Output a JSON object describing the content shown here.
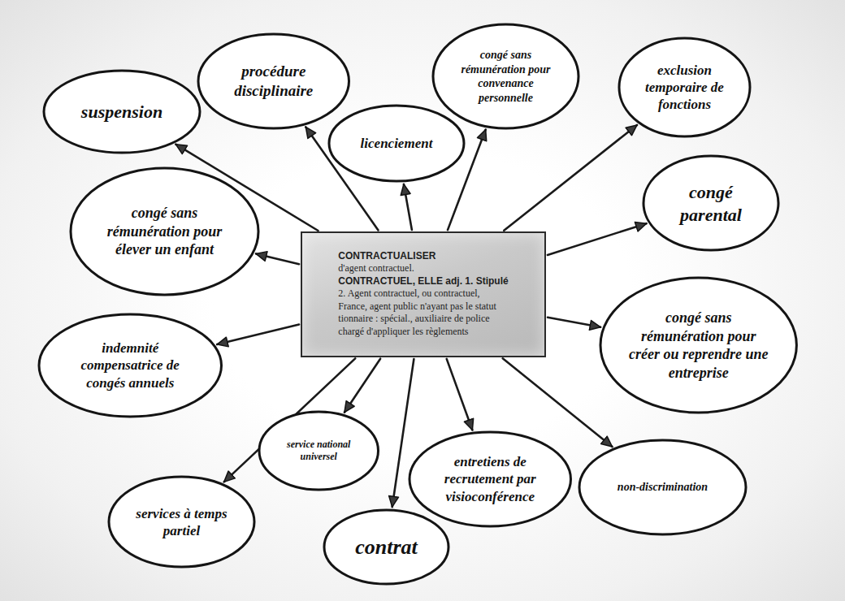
{
  "diagram": {
    "nodes": [
      {
        "text": [
          "CONTRACTUALISER",
          "d'agent contractuel.",
          "CONTRACTUEL, ELLE adj. 1. Stipulé",
          "2. Agent contractuel, ou contractuel,",
          "France, agent public n'ayant pas le statut",
          "tionnaire : spécial., auxiliaire de police",
          "chargé d'appliquer les règlements"
        ]
      },
      {
        "text": [
          "suspension"
        ]
      },
      {
        "text": [
          "procédure disciplinaire"
        ]
      },
      {
        "text": [
          "licenciement"
        ]
      },
      {
        "text": [
          "congé sans rémunération pour convenance personnelle"
        ]
      },
      {
        "text": [
          "exclusion temporaire de fonctions"
        ]
      },
      {
        "text": [
          "congé sans rémunération pour élever un enfant"
        ]
      },
      {
        "text": [
          "congé parental"
        ]
      },
      {
        "text": [
          "congé sans rémunération pour créer ou reprendre une entreprise"
        ]
      },
      {
        "text": [
          "indemnité compensatrice de congés annuels"
        ]
      },
      {
        "text": [
          "service national universel"
        ]
      },
      {
        "text": [
          "entretiens de recrutement par visioconférence"
        ]
      },
      {
        "text": [
          "non-discrimination"
        ]
      },
      {
        "text": [
          "services à temps partiel"
        ]
      },
      {
        "text": [
          "contrat"
        ]
      }
    ],
    "edges": [
      {
        "from": 0,
        "to": 1,
        "arrow": "to"
      },
      {
        "from": 0,
        "to": 2,
        "arrow": "to"
      },
      {
        "from": 0,
        "to": 3,
        "arrow": "to"
      },
      {
        "from": 0,
        "to": 4,
        "arrow": "to"
      },
      {
        "from": 0,
        "to": 5,
        "arrow": "to"
      },
      {
        "from": 0,
        "to": 6,
        "arrow": "to"
      },
      {
        "from": 0,
        "to": 7,
        "arrow": "to"
      },
      {
        "from": 0,
        "to": 8,
        "arrow": "to"
      },
      {
        "from": 0,
        "to": 9,
        "arrow": "to"
      },
      {
        "from": 0,
        "to": 10,
        "arrow": "to"
      },
      {
        "from": 0,
        "to": 11,
        "arrow": "to"
      },
      {
        "from": 0,
        "to": 12,
        "arrow": "to"
      },
      {
        "from": 0,
        "to": 13,
        "arrow": "to"
      },
      {
        "from": 0,
        "to": 14,
        "arrow": "to"
      }
    ]
  }
}
